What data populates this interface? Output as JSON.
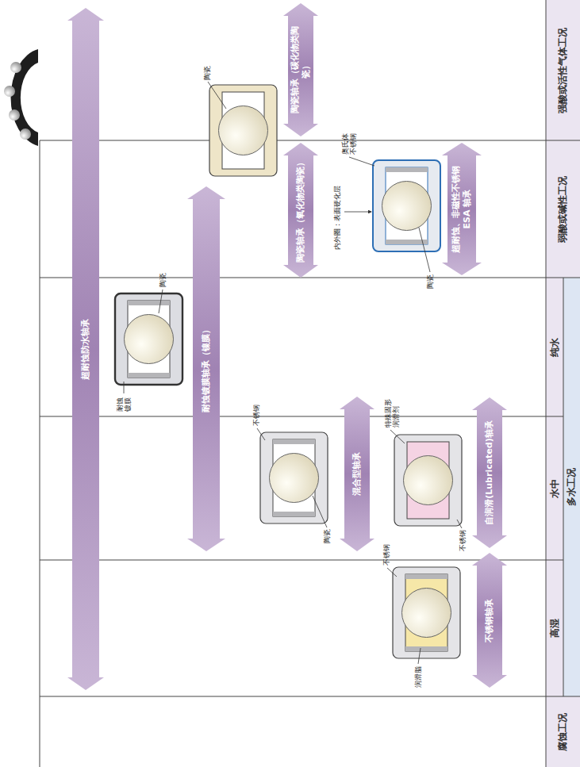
{
  "diagram": {
    "nodes": [
      {
        "text": [
          "超耐蚀防水轴承"
        ]
      },
      {
        "text": [
          "耐蚀镀膜轴承（镍膜）"
        ]
      },
      {
        "text": [
          "混合型轴承"
        ]
      },
      {
        "text": [
          "自润滑(Lubricated)轴承"
        ]
      },
      {
        "text": [
          "不锈钢轴承"
        ]
      },
      {
        "text": [
          "陶瓷轴承（氧化物类陶瓷）"
        ]
      },
      {
        "text": [
          "陶瓷轴承（碳化物类陶瓷）"
        ]
      },
      {
        "text": [
          "超耐蚀、非磁性不锈钢 ESA 轴承"
        ]
      }
    ],
    "labels": [
      "耐蚀镀膜",
      "陶瓷",
      "不锈钢",
      "陶瓷",
      "特殊固形润滑剂",
      "不锈钢",
      "不锈钢",
      "润滑脂",
      "陶瓷",
      "奥氏体不锈钢",
      "内外圈：表面硬化层",
      "陶瓷",
      "腐蚀工况",
      "高湿",
      "水中",
      "纯水",
      "多水工况",
      "弱酸或碱性工况",
      "强酸或活性气体工况"
    ]
  }
}
